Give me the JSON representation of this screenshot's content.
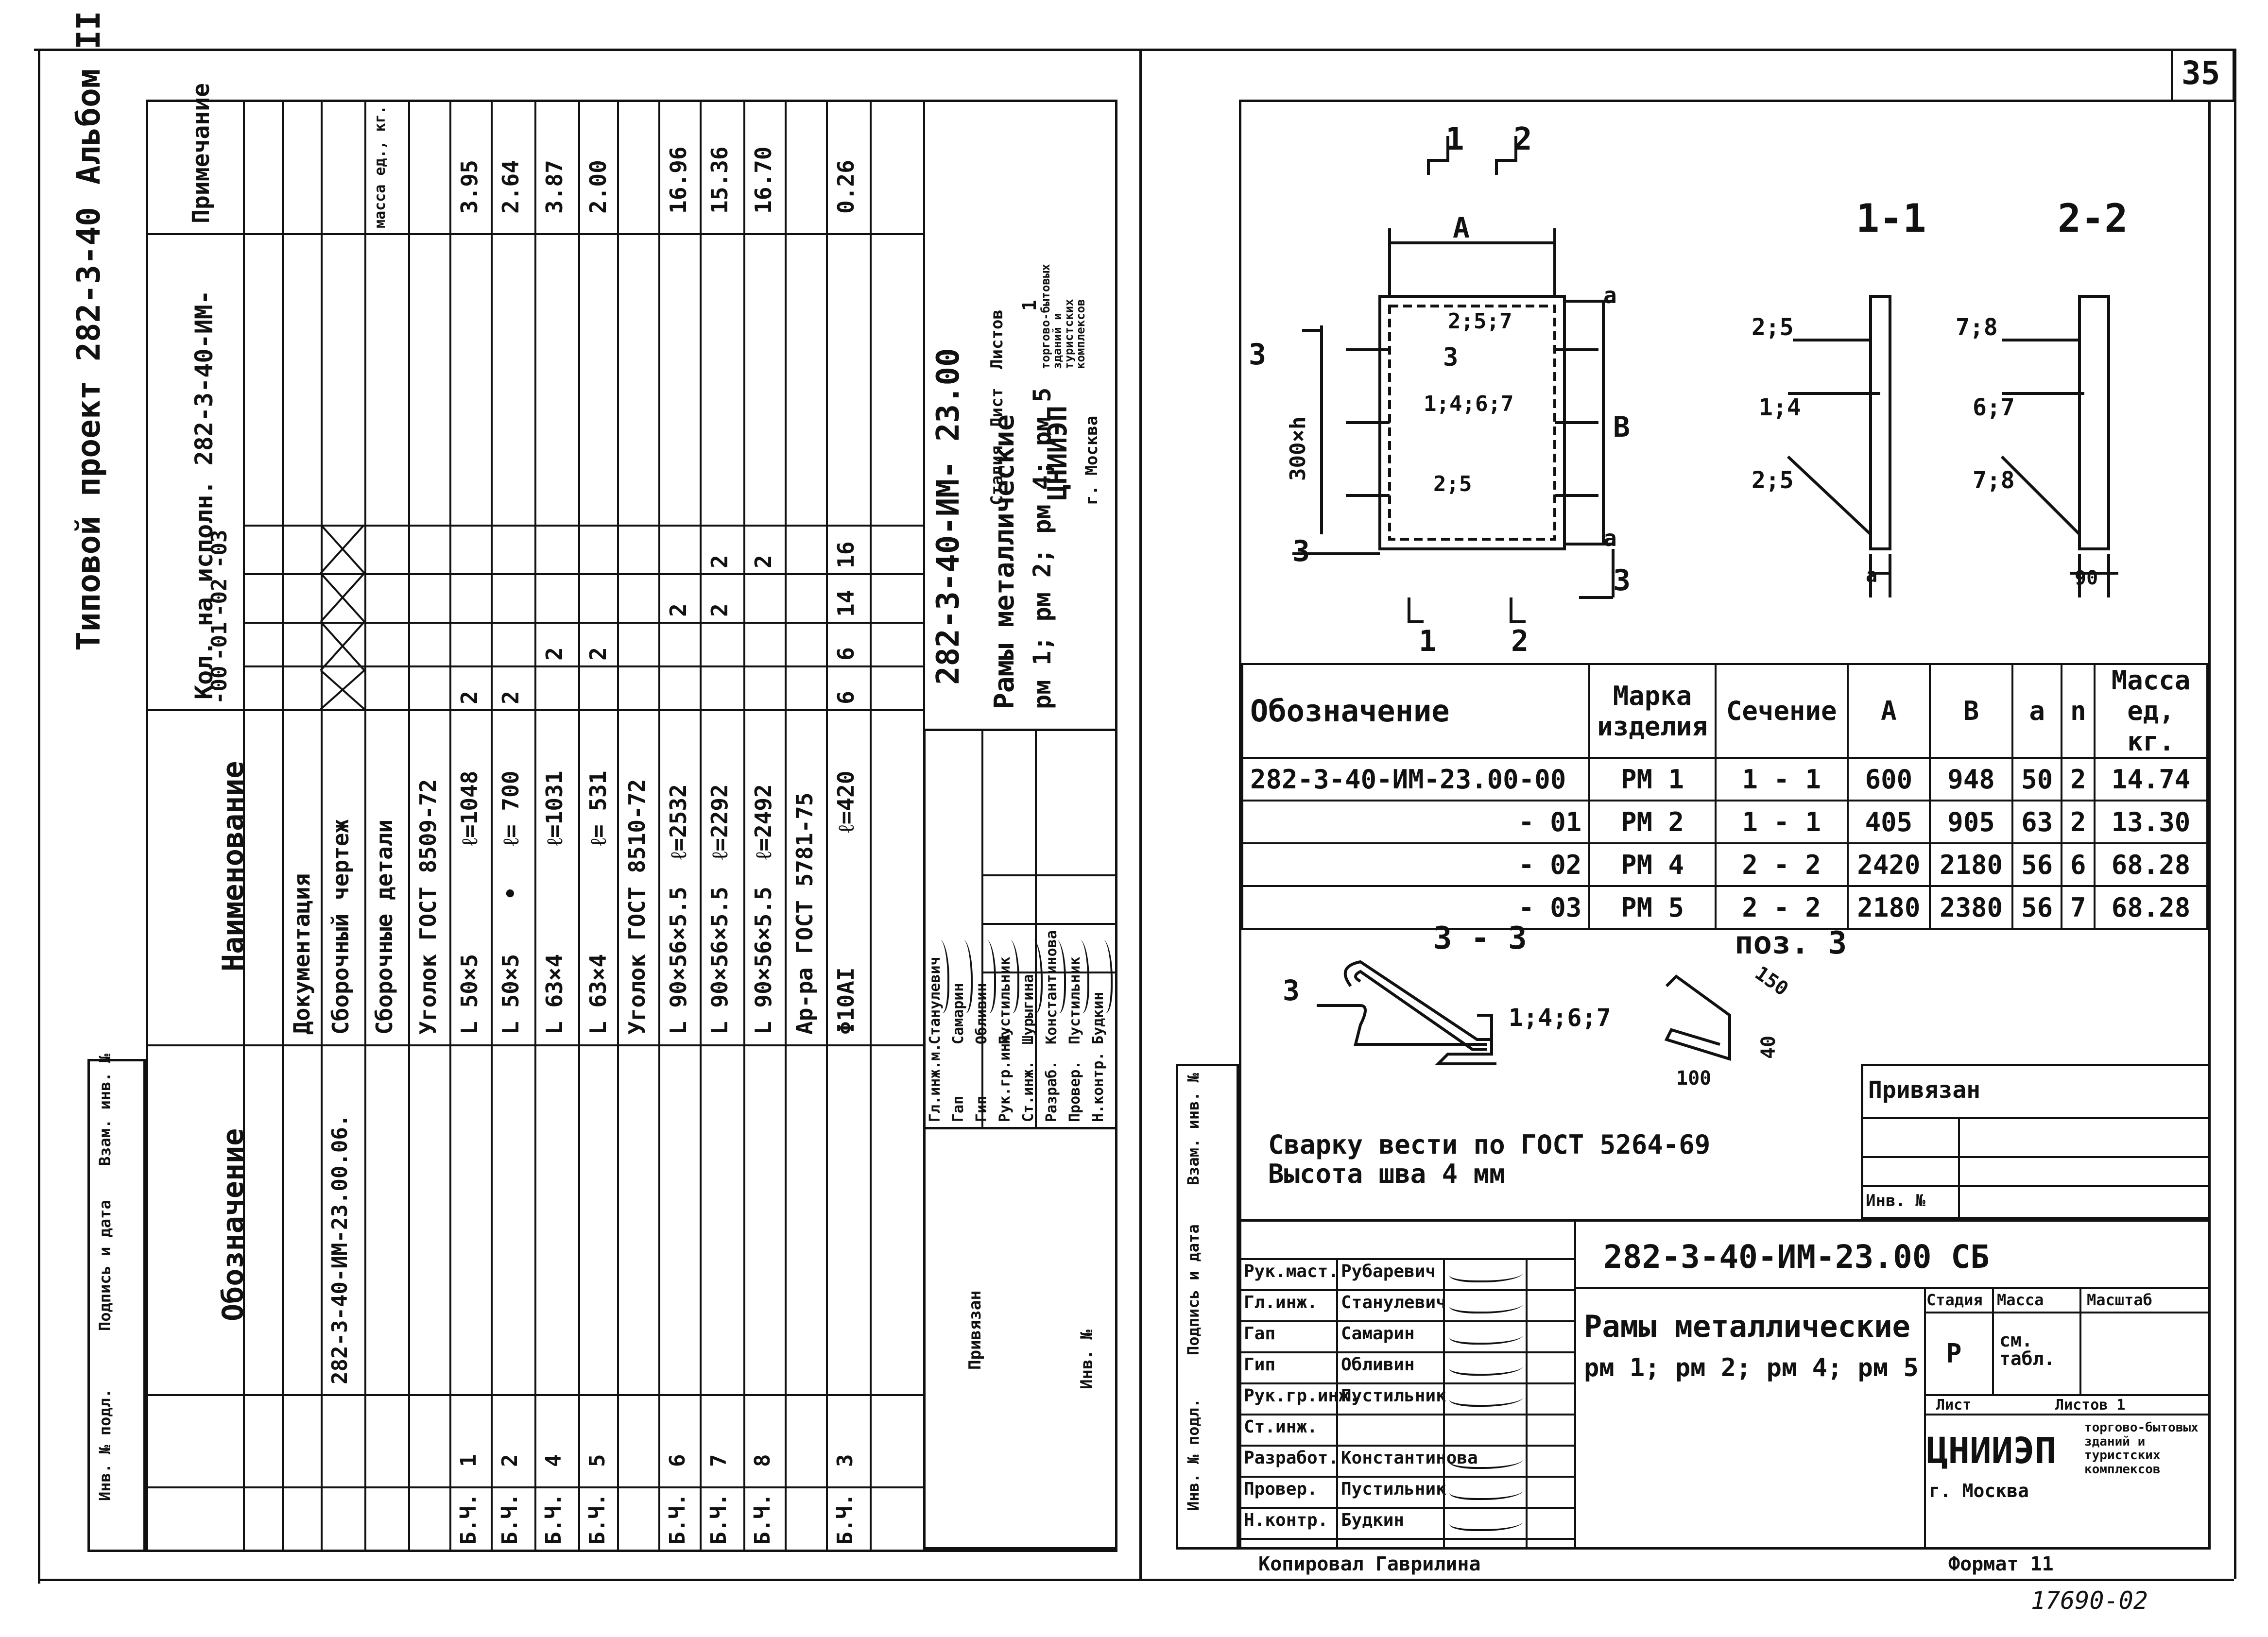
{
  "page_number": "35",
  "left_sheet": {
    "header_project": "Типовой проект 282-3-40",
    "header_album": "Альбом II",
    "spec_headers": {
      "designation": "Обозначение",
      "name": "Наименование",
      "qty_group": "Кол. на исполн. 282-3-40-ИМ-",
      "qty_cols": [
        "-00",
        "-01",
        "-02",
        "-03"
      ],
      "note": "Примечание"
    },
    "spec_rows": [
      {
        "fmt": "",
        "pos": "",
        "designation": "",
        "name": "Документация",
        "q": [
          "",
          "",
          "",
          ""
        ],
        "note": ""
      },
      {
        "fmt": "",
        "pos": "",
        "designation": "282-3-40-ИМ-23.00.06.",
        "name": "Сборочный чертеж",
        "q": [
          "",
          "",
          "",
          ""
        ],
        "note": ""
      },
      {
        "fmt": "",
        "pos": "",
        "designation": "",
        "name": "Сборочные детали",
        "q": [
          "",
          "",
          "",
          ""
        ],
        "note": "масса ед., кг."
      },
      {
        "fmt": "",
        "pos": "",
        "designation": "",
        "name": "Уголок ГОСТ 8509-72",
        "q": [
          "",
          "",
          "",
          ""
        ],
        "note": ""
      },
      {
        "fmt": "Б.Ч.",
        "pos": "1",
        "designation": "",
        "name": "L 50×5        ℓ=1048",
        "q": [
          "2",
          "",
          "",
          ""
        ],
        "note": "3.95"
      },
      {
        "fmt": "Б.Ч.",
        "pos": "2",
        "designation": "",
        "name": "L 50×5    •   ℓ= 700",
        "q": [
          "2",
          "",
          "",
          ""
        ],
        "note": "2.64"
      },
      {
        "fmt": "Б.Ч.",
        "pos": "4",
        "designation": "",
        "name": "L 63×4        ℓ=1031",
        "q": [
          "",
          "2",
          "",
          ""
        ],
        "note": "3.87"
      },
      {
        "fmt": "Б.Ч.",
        "pos": "5",
        "designation": "",
        "name": "L 63×4        ℓ= 531",
        "q": [
          "",
          "2",
          "",
          ""
        ],
        "note": "2.00"
      },
      {
        "fmt": "",
        "pos": "",
        "designation": "",
        "name": "Уголок ГОСТ 8510-72",
        "q": [
          "",
          "",
          "",
          ""
        ],
        "note": ""
      },
      {
        "fmt": "Б.Ч.",
        "pos": "6",
        "designation": "",
        "name": "L 90×56×5.5  ℓ=2532",
        "q": [
          "",
          "",
          "2",
          ""
        ],
        "note": "16.96"
      },
      {
        "fmt": "Б.Ч.",
        "pos": "7",
        "designation": "",
        "name": "L 90×56×5.5  ℓ=2292",
        "q": [
          "",
          "",
          "2",
          "2"
        ],
        "note": "15.36"
      },
      {
        "fmt": "Б.Ч.",
        "pos": "8",
        "designation": "",
        "name": "L 90×56×5.5  ℓ=2492",
        "q": [
          "",
          "",
          "",
          "2"
        ],
        "note": "16.70"
      },
      {
        "fmt": "",
        "pos": "",
        "designation": "",
        "name": "Ар-ра ГОСТ 5781-75",
        "q": [
          "",
          "",
          "",
          ""
        ],
        "note": ""
      },
      {
        "fmt": "Б.Ч.",
        "pos": "3",
        "designation": "",
        "name": "Φ10AI          ℓ=420",
        "q": [
          "6",
          "6",
          "14",
          "16"
        ],
        "note": "0.26"
      }
    ],
    "title_code": "282-3-40-ИМ-  23.00",
    "title_name_1": "Рамы металлические",
    "title_name_2": "рм 1; рм 2; рм 4; рм 5",
    "stage_label": "Стадия",
    "sheet_label": "Лист",
    "sheets_label": "Листов",
    "sheets_value": "1",
    "org": "ЦНИИЭП",
    "city": "г. Москва",
    "org_dept": "торгово-бытовых зданий и туристских комплексов",
    "signers": [
      {
        "role": "Гл.инж.м.",
        "name": "Станулевич"
      },
      {
        "role": "Гап",
        "name": "Самарин"
      },
      {
        "role": "Гип",
        "name": "Обливин"
      },
      {
        "role": "Рук.гр.инж.",
        "name": "Пустильник"
      },
      {
        "role": "Ст.инж.",
        "name": "Шурыгина"
      },
      {
        "role": "Разраб.",
        "name": "Константинова"
      },
      {
        "role": "Провер.",
        "name": "Пустильник"
      },
      {
        "role": "Н.контр.",
        "name": "Будкин"
      }
    ],
    "side_labels": {
      "inv_podl": "Инв. № подл.",
      "podpis": "Подпись и дата",
      "vzam": "Взам. инв. №",
      "privyazan": "Привязан",
      "inv_no": "Инв. №"
    }
  },
  "right_sheet": {
    "section_labels": {
      "s11": "1-1",
      "s22": "2-2",
      "s33": "3 - 3",
      "pos3": "поз. 3"
    },
    "dim_labels": {
      "A": "A",
      "B": "B",
      "a": "a",
      "h": "300×h",
      "cut1": "1",
      "cut2": "2",
      "cut3": "3",
      "welds": [
        "2;5;7",
        "1;4;6;7",
        "2;5"
      ],
      "sec11": [
        "2;5",
        "1;4",
        "2;5"
      ],
      "sec22": [
        "7;8",
        "6;7",
        "7;8"
      ],
      "w_a": "a",
      "w_90": "90",
      "s33_pos": "3",
      "s33_marks": "1;4;6;7",
      "pos3_dims": [
        "150",
        "40",
        "100"
      ]
    },
    "table_headers": [
      "Обозначение",
      "Марка изделия",
      "Сечение",
      "A",
      "B",
      "a",
      "n",
      "Масса ед, кг."
    ],
    "table_rows": [
      [
        "282-3-40-ИМ-23.00-00",
        "РМ 1",
        "1 - 1",
        "600",
        "948",
        "50",
        "2",
        "14.74"
      ],
      [
        "- 01",
        "РМ 2",
        "1 - 1",
        "405",
        "905",
        "63",
        "2",
        "13.30"
      ],
      [
        "- 02",
        "РМ 4",
        "2 - 2",
        "2420",
        "2180",
        "56",
        "6",
        "68.28"
      ],
      [
        "- 03",
        "РМ 5",
        "2 - 2",
        "2180",
        "2380",
        "56",
        "7",
        "68.28"
      ]
    ],
    "note_line1": "Сварку вести по ГОСТ 5264-69",
    "note_line2": "Высота шва 4 мм",
    "privyazan": "Привязан",
    "inv_no": "Инв. №",
    "title_code": "282-3-40-ИМ-23.00 СБ",
    "title_name_1": "Рамы металлические",
    "title_name_2": "рм 1; рм 2; рм 4; рм 5",
    "stage_label": "Стадия",
    "mass_label": "Масса",
    "scale_label": "Масштаб",
    "stage_value": "Р",
    "mass_value": "см. табл.",
    "sheet_label": "Лист",
    "sheets_label": "Листов 1",
    "org": "ЦНИИЭП",
    "city": "г. Москва",
    "org_dept": "торгово-бытовых зданий и туристских комплексов",
    "signers": [
      {
        "role": "Рук.маст.",
        "name": "Рубаревич"
      },
      {
        "role": "Гл.инж.",
        "name": "Станулевич"
      },
      {
        "role": "Гап",
        "name": "Самарин"
      },
      {
        "role": "Гип",
        "name": "Обливин"
      },
      {
        "role": "Рук.гр.инж.",
        "name": "Пустильник"
      },
      {
        "role": "Ст.инж.",
        "name": ""
      },
      {
        "role": "Разработ.",
        "name": "Константинова"
      },
      {
        "role": "Провер.",
        "name": "Пустильник"
      },
      {
        "role": "Н.контр.",
        "name": "Будкин"
      }
    ],
    "side_labels": {
      "inv_podl": "Инв. № подл.",
      "podpis": "Подпись и дата",
      "vzam": "Взам. инв. №"
    },
    "copied": "Копировал   Гаврилина",
    "format": "Формат 11",
    "handwritten_no": "17690-02"
  }
}
